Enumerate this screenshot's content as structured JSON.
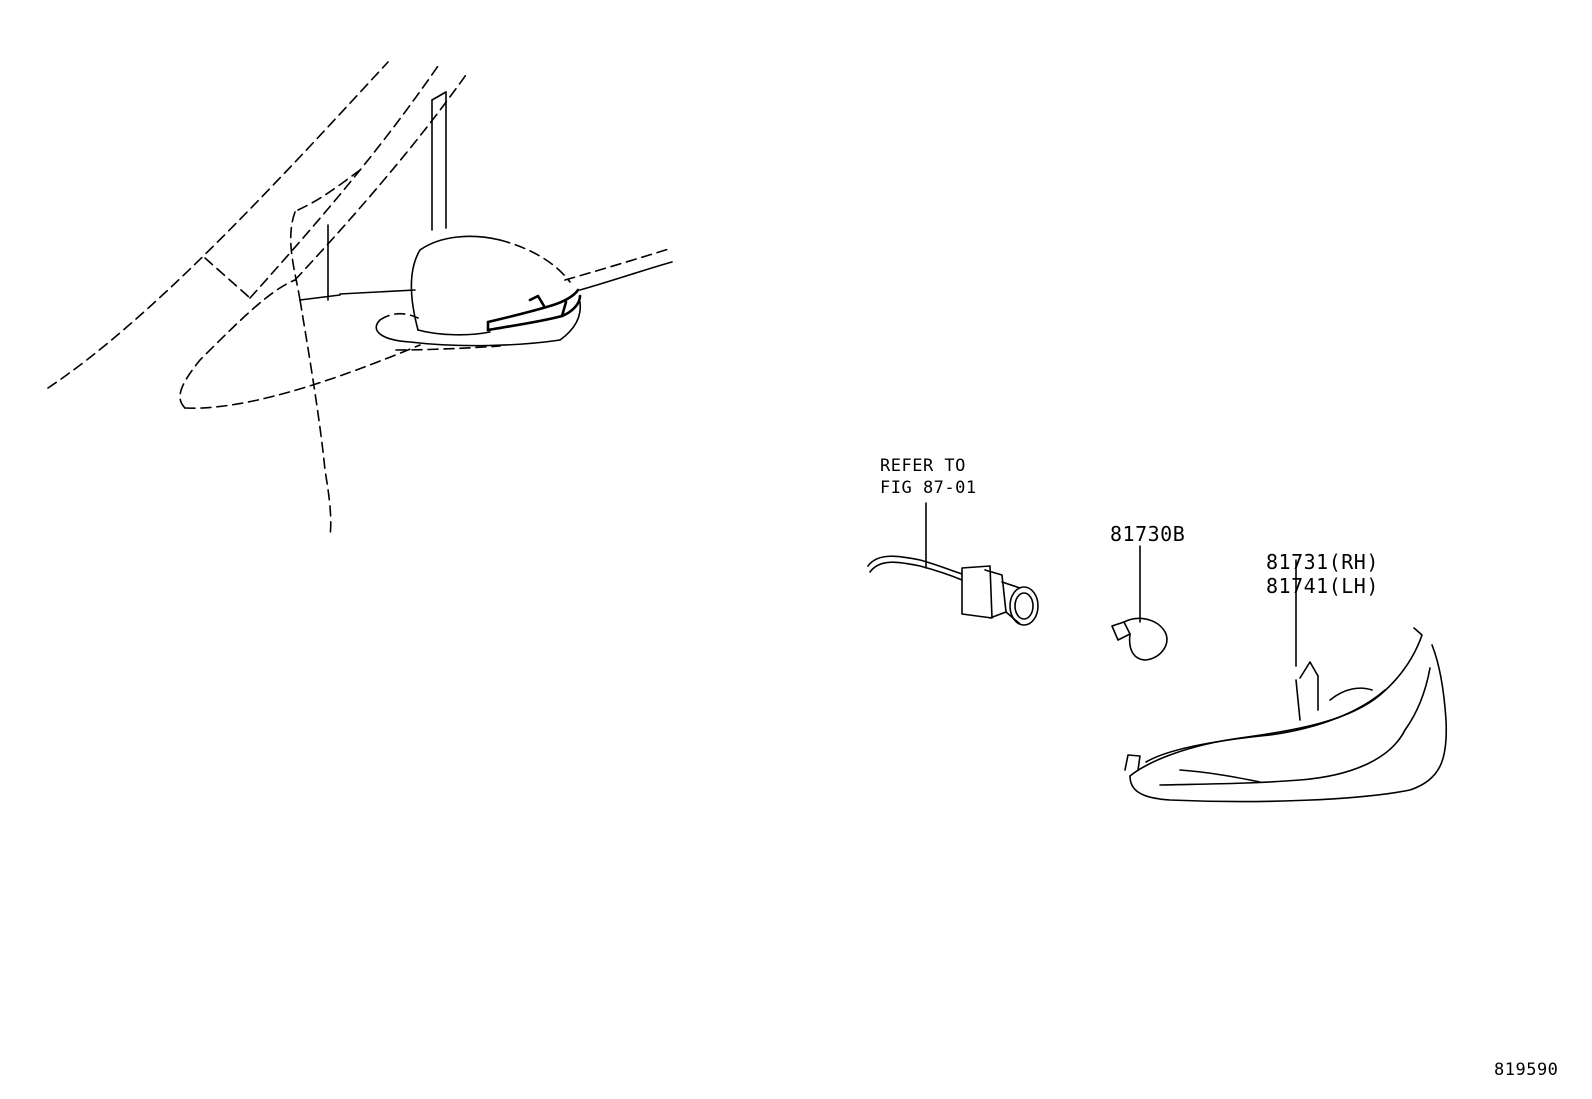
{
  "reference_note": {
    "line1": "REFER TO",
    "line2": "FIG 87-01"
  },
  "bulb_part": "81730B",
  "lamp_parts": {
    "rh": "81731(RH)",
    "lh": "81741(LH)"
  },
  "figure_id": "819590"
}
